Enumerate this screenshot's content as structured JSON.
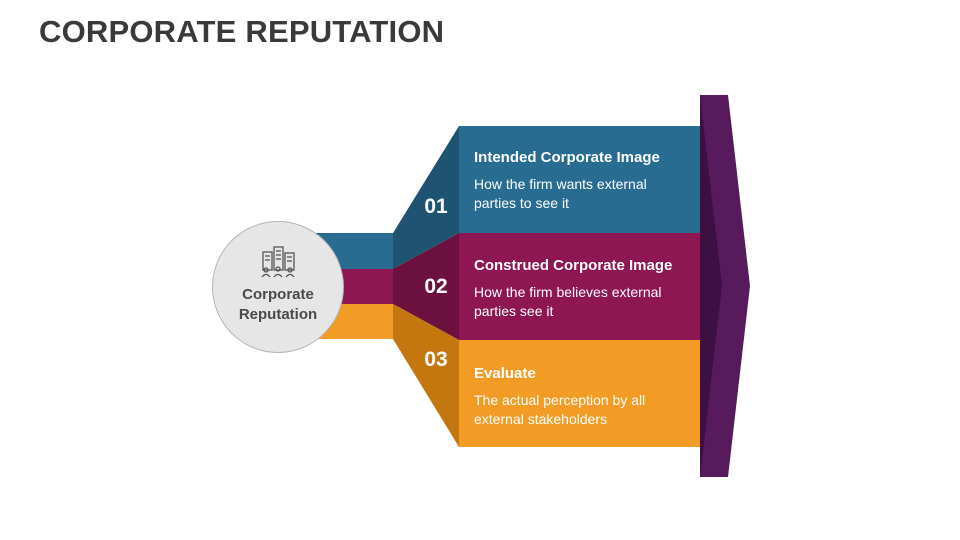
{
  "title": "CORPORATE REPUTATION",
  "hub": {
    "label": "Corporate Reputation",
    "icon": "city-buildings-icon"
  },
  "steps": [
    {
      "number": "01",
      "heading": "Intended Corporate Image",
      "description": "How the firm wants external parties to see it",
      "color": "#296c92",
      "shade_color": "#1f5372"
    },
    {
      "number": "02",
      "heading": "Construed Corporate Image",
      "description": "How the firm believes external parties see it",
      "color": "#8e1653",
      "shade_color": "#6c113f"
    },
    {
      "number": "03",
      "heading": "Evaluate",
      "description": "The actual perception by all external stakeholders",
      "color": "#f29b25",
      "shade_color": "#c5770f"
    }
  ],
  "arrow_color": "#561a5d"
}
